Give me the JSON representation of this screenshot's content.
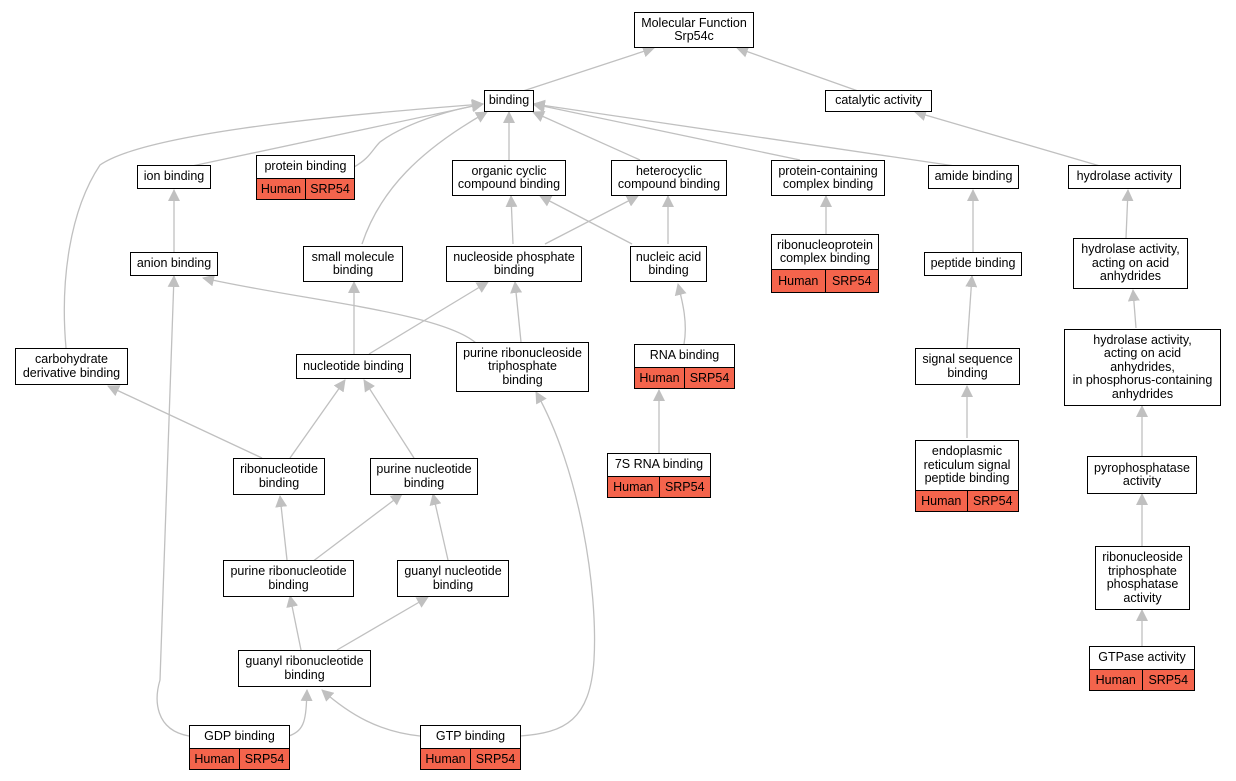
{
  "colors": {
    "edge": "#c0c0c0",
    "badge": "#f4644c",
    "border": "#000000"
  },
  "nodes": {
    "mf": "Molecular Function\nSrp54c",
    "binding": "binding",
    "catalytic": "catalytic activity",
    "ion": "ion binding",
    "protein": "protein binding",
    "organic": "organic cyclic\ncompound binding",
    "hetero": "heterocyclic\ncompound binding",
    "pccb": "protein-containing\ncomplex binding",
    "amide": "amide binding",
    "hydrolase": "hydrolase activity",
    "anion": "anion binding",
    "smallmol": "small molecule\nbinding",
    "nucphos": "nucleoside phosphate\nbinding",
    "nucacid": "nucleic acid\nbinding",
    "rnpcb": "ribonucleoprotein\ncomplex binding",
    "peptide": "peptide binding",
    "hyd_anh": "hydrolase activity,\nacting on acid\nanhydrides",
    "carb": "carbohydrate\nderivative binding",
    "nucleotide": "nucleotide binding",
    "prntp": "purine ribonucleoside\ntriphosphate\nbinding",
    "rna": "RNA binding",
    "sigseq": "signal sequence\nbinding",
    "hyd_phos": "hydrolase activity,\nacting on acid\nanhydrides,\nin phosphorus-containing\nanhydrides",
    "ribonuc": "ribonucleotide\nbinding",
    "purnuc": "purine nucleotide\nbinding",
    "srna7s": "7S RNA binding",
    "ersig": "endoplasmic\nreticulum signal\npeptide binding",
    "pyro": "pyrophosphatase\nactivity",
    "purribo": "purine ribonucleotide\nbinding",
    "guanyl": "guanyl nucleotide\nbinding",
    "rntpase": "ribonucleoside\ntriphosphate\nphosphatase\nactivity",
    "guanylribo": "guanyl ribonucleotide\nbinding",
    "gtpase": "GTPase activity",
    "gdp": "GDP binding",
    "gtp": "GTP binding"
  },
  "annotation": {
    "species": "Human",
    "gene": "SRP54"
  }
}
